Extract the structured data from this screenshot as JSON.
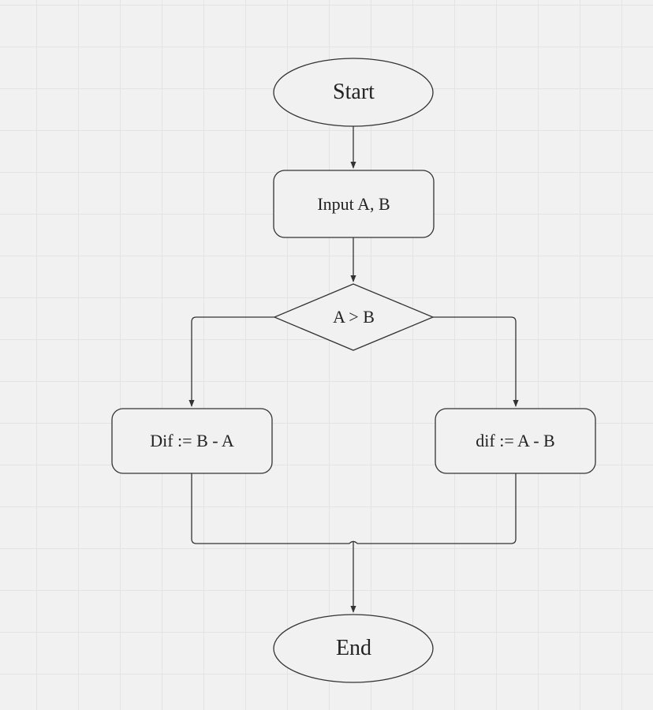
{
  "flowchart": {
    "start": "Start",
    "input": "Input A, B",
    "decision": "A > B",
    "left_process": "Dif := B - A",
    "right_process": "dif := A - B",
    "end": "End"
  },
  "colors": {
    "background": "#f1f1f1",
    "grid": "#e3e3e3",
    "stroke": "#333333",
    "shape_fill": "#f1f1f1"
  }
}
